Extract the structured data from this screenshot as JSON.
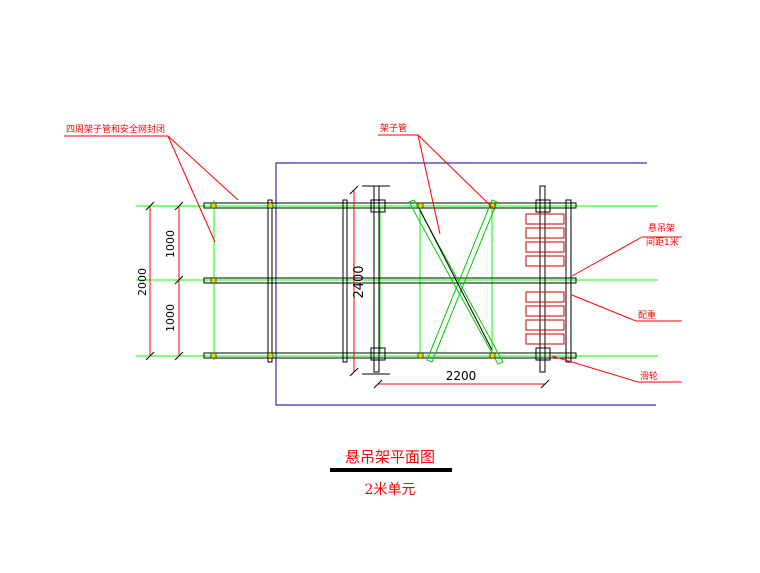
{
  "annotations": {
    "perimeter_pipe": "四周架子管和安全网封闭",
    "scaffold_pipe": "架子管",
    "hanger_spacing": [
      "悬吊架",
      "间距1米"
    ],
    "counterweight": "配重",
    "pulley": "滑轮"
  },
  "dimensions": {
    "upper_span": "1000",
    "lower_span": "1000",
    "total_width": "2000",
    "platform_length": "2400",
    "unit_length": "2200"
  },
  "title": {
    "main": "悬吊架平面图",
    "sub": "2米单元"
  },
  "colors": {
    "frame": "#0000aa",
    "grid": "#00ff00",
    "steel": "#000000",
    "annotation": "#ff0000",
    "counterweight": "#cc0000",
    "joint": "#dddd00"
  }
}
